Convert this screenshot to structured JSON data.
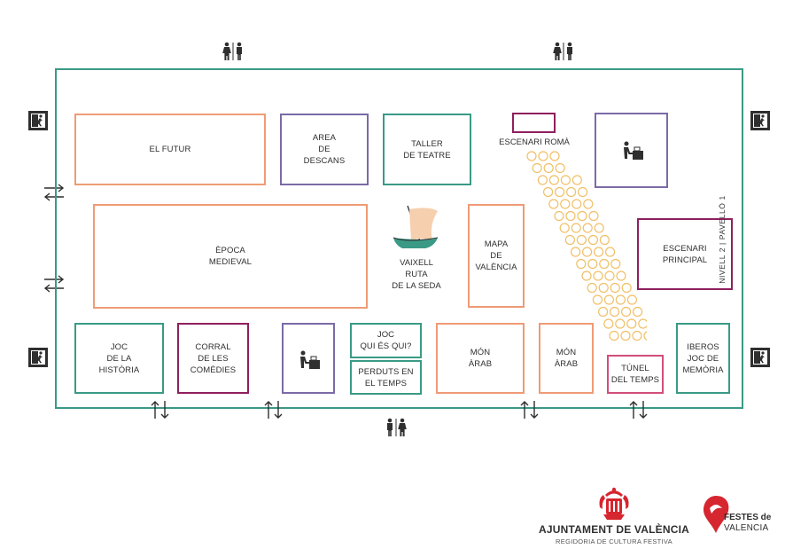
{
  "zones": {
    "el_futur": "EL FUTUR",
    "area_descans": "AREA\nDE\nDESCANS",
    "taller_teatre": "TALLER\nDE TEATRE",
    "escenari_roma": "ESCENARI ROMÀ",
    "epoca_medieval": "ÈPOCA\nMEDIEVAL",
    "vaixell": "VAIXELL\nRUTA\nDE LA SEDA",
    "mapa_valencia": "MAPA\nDE\nVALÈNCIA",
    "escenari_principal": "ESCENARI\nPRINCIPAL",
    "joc_historia": "JOC\nDE LA\nHISTÒRIA",
    "corral_comedies": "CORRAL\nDE LES\nCOMÈDIES",
    "joc_qui_es_qui": "JOC\nQUI ÉS QUI?",
    "perduts_temps": "PERDUTS EN\nEL TEMPS",
    "mon_arab_1": "MÓN\nÀRAB",
    "mon_arab_2": "MÓN\nÀRAB",
    "tunel_temps": "TÚNEL\nDEL TEMPS",
    "iberos": "IBEROS\nJOC DE\nMEMÒRIA"
  },
  "level_label": "NIVELL 2  |  PAVELLÓ 1",
  "footer": {
    "city_name": "AJUNTAMENT DE VALÈNCIA",
    "city_subtitle": "REGIDORIA DE CULTURA FESTIVA",
    "festes_line1": "FESTES de",
    "festes_line2": "VALENCIA"
  },
  "icons": {
    "restroom": "restroom-icon",
    "emergency_exit": "emergency-exit-icon",
    "entrance_exit": "entrance-exit-arrows-icon",
    "up_down": "up-down-arrows-icon",
    "info_desk": "info-desk-icon",
    "boat": "boat-icon"
  },
  "colors": {
    "hall": "#3a9a86",
    "orange": "#ef9b76",
    "purple": "#7b6aa6",
    "maroon": "#8f1f5d",
    "pink": "#d34d79",
    "seat": "#f0c067",
    "brand_red": "#d6262f"
  }
}
